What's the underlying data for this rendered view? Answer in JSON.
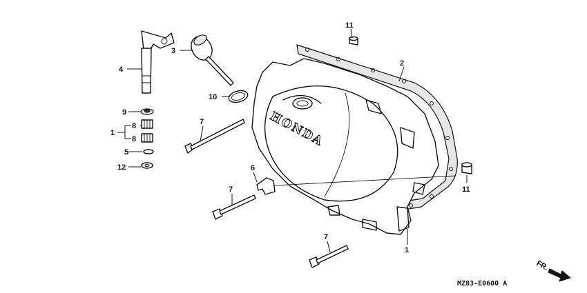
{
  "labels": {
    "l1a": "1",
    "l1b": "1",
    "l2": "2",
    "l3": "3",
    "l4": "4",
    "l5": "5",
    "l6": "6",
    "l7a": "7",
    "l7b": "7",
    "l7c": "7",
    "l8a": "8",
    "l8b": "8",
    "l9": "9",
    "l10": "10",
    "l11a": "11",
    "l11b": "11",
    "l12": "12"
  },
  "cover_brand": "HONDA",
  "diagram_code": "MZ83-E0600 A",
  "direction_label": "FR."
}
